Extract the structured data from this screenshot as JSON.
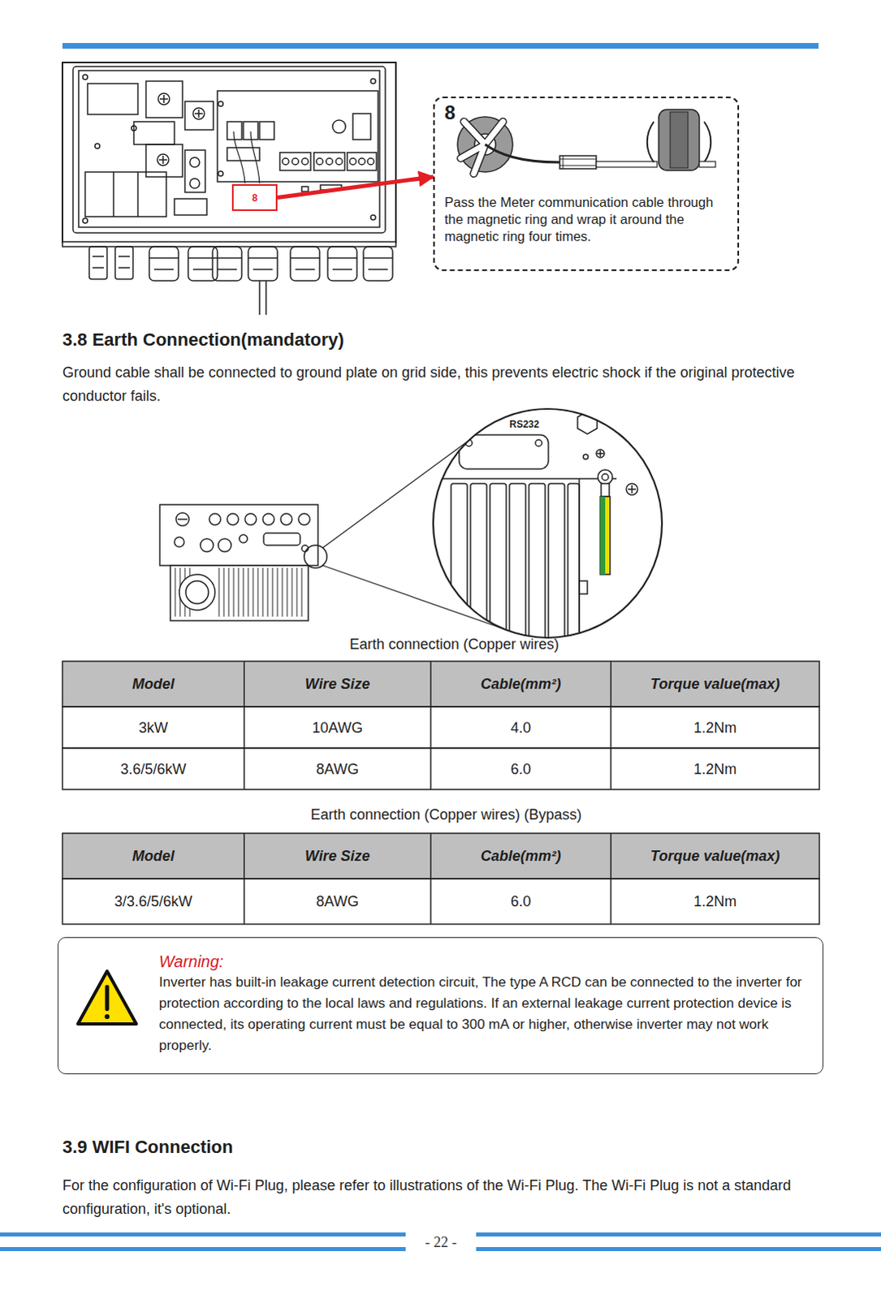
{
  "diagram": {
    "nodes": [
      {
        "text": [
          "8",
          "Pass the Meter communication cable through the magnetic ring and wrap it around the magnetic ring four times."
        ]
      },
      {
        "text": [
          "8"
        ]
      },
      {
        "text": [
          "Warning:",
          "Inverter has built-in leakage current detection circuit, The type A RCD can be connected to the inverter for protection according to the local laws and regulations. If an external leakage current protection device is connected, its operating current must be equal to 300 mA or higher, otherwise inverter may not work properly."
        ]
      }
    ],
    "edges": [
      {
        "from": 1,
        "to": 0,
        "arrow": "to"
      }
    ],
    "labels": [
      "3.8 Earth Connection(mandatory)",
      "Ground cable shall be connected to ground plate on grid side, this prevents electric shock if the original protective conductor fails.",
      "RS232",
      "Earth connection (Copper wires)",
      "Model",
      "Wire Size",
      "Cable(mm²)",
      "Torque value(max)",
      "3kW",
      "10AWG",
      "4.0",
      "1.2Nm",
      "3.6/5/6kW",
      "8AWG",
      "6.0",
      "1.2Nm",
      "Earth connection (Copper wires) (Bypass)",
      "Model",
      "Wire Size",
      "Cable(mm²)",
      "Torque value(max)",
      "3/3.6/5/6kW",
      "8AWG",
      "6.0",
      "1.2Nm",
      "3.9 WIFI Connection",
      "For the configuration of Wi-Fi Plug, please refer to illustrations of the Wi-Fi Plug. The Wi-Fi Plug is not a standard configuration, it's optional.",
      "- 22 -"
    ]
  }
}
